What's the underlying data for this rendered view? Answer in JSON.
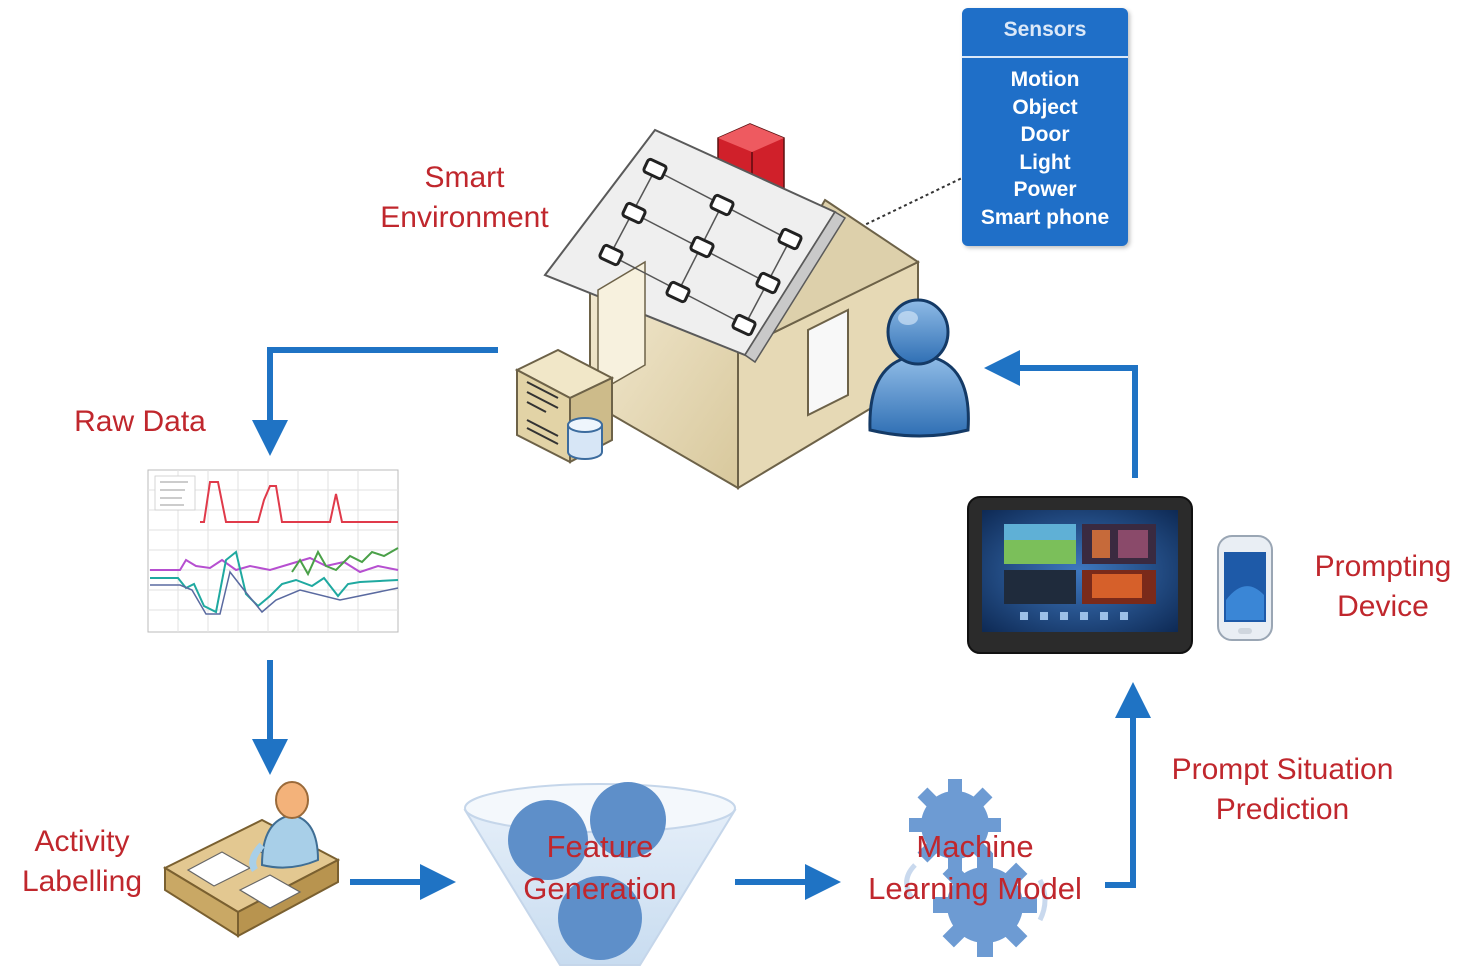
{
  "sensors": {
    "title": "Sensors",
    "items": [
      "Motion",
      "Object",
      "Door",
      "Light",
      "Power",
      "Smart phone"
    ]
  },
  "labels": {
    "smart_environment": [
      "Smart",
      "Environment"
    ],
    "raw_data": "Raw Data",
    "activity_labelling": [
      "Activity",
      "Labelling"
    ],
    "feature_generation": [
      "Feature",
      "Generation"
    ],
    "machine_learning": [
      "Machine",
      "Learning Model"
    ],
    "prompt_situation": [
      "Prompt Situation",
      "Prediction"
    ],
    "prompting_device": [
      "Prompting",
      "Device"
    ]
  },
  "colors": {
    "label_red": "#c0272d",
    "arrow_blue": "#1f73c4",
    "sensor_box": "#1f6fc8"
  },
  "icons": [
    "house-icon",
    "server-icon",
    "database-icon",
    "user-icon",
    "line-chart-icon",
    "labelling-person-icon",
    "funnel-icon",
    "gears-icon",
    "tablet-icon",
    "smartphone-icon"
  ]
}
